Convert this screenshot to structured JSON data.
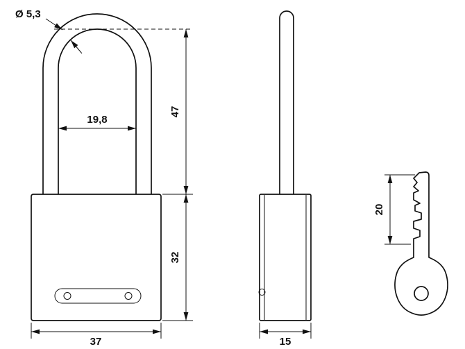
{
  "drawing": {
    "type": "technical-dimension-drawing",
    "subject": "padlock with long shackle and key, three views",
    "labels": {
      "shackle_diameter": "Ø 5,3",
      "shackle_inner_width": "19,8",
      "shackle_height": "47",
      "body_height": "32",
      "body_width": "37",
      "body_depth": "15",
      "key_bit_length": "20"
    }
  },
  "colors": {
    "line": "#111111",
    "background": "#ffffff"
  }
}
